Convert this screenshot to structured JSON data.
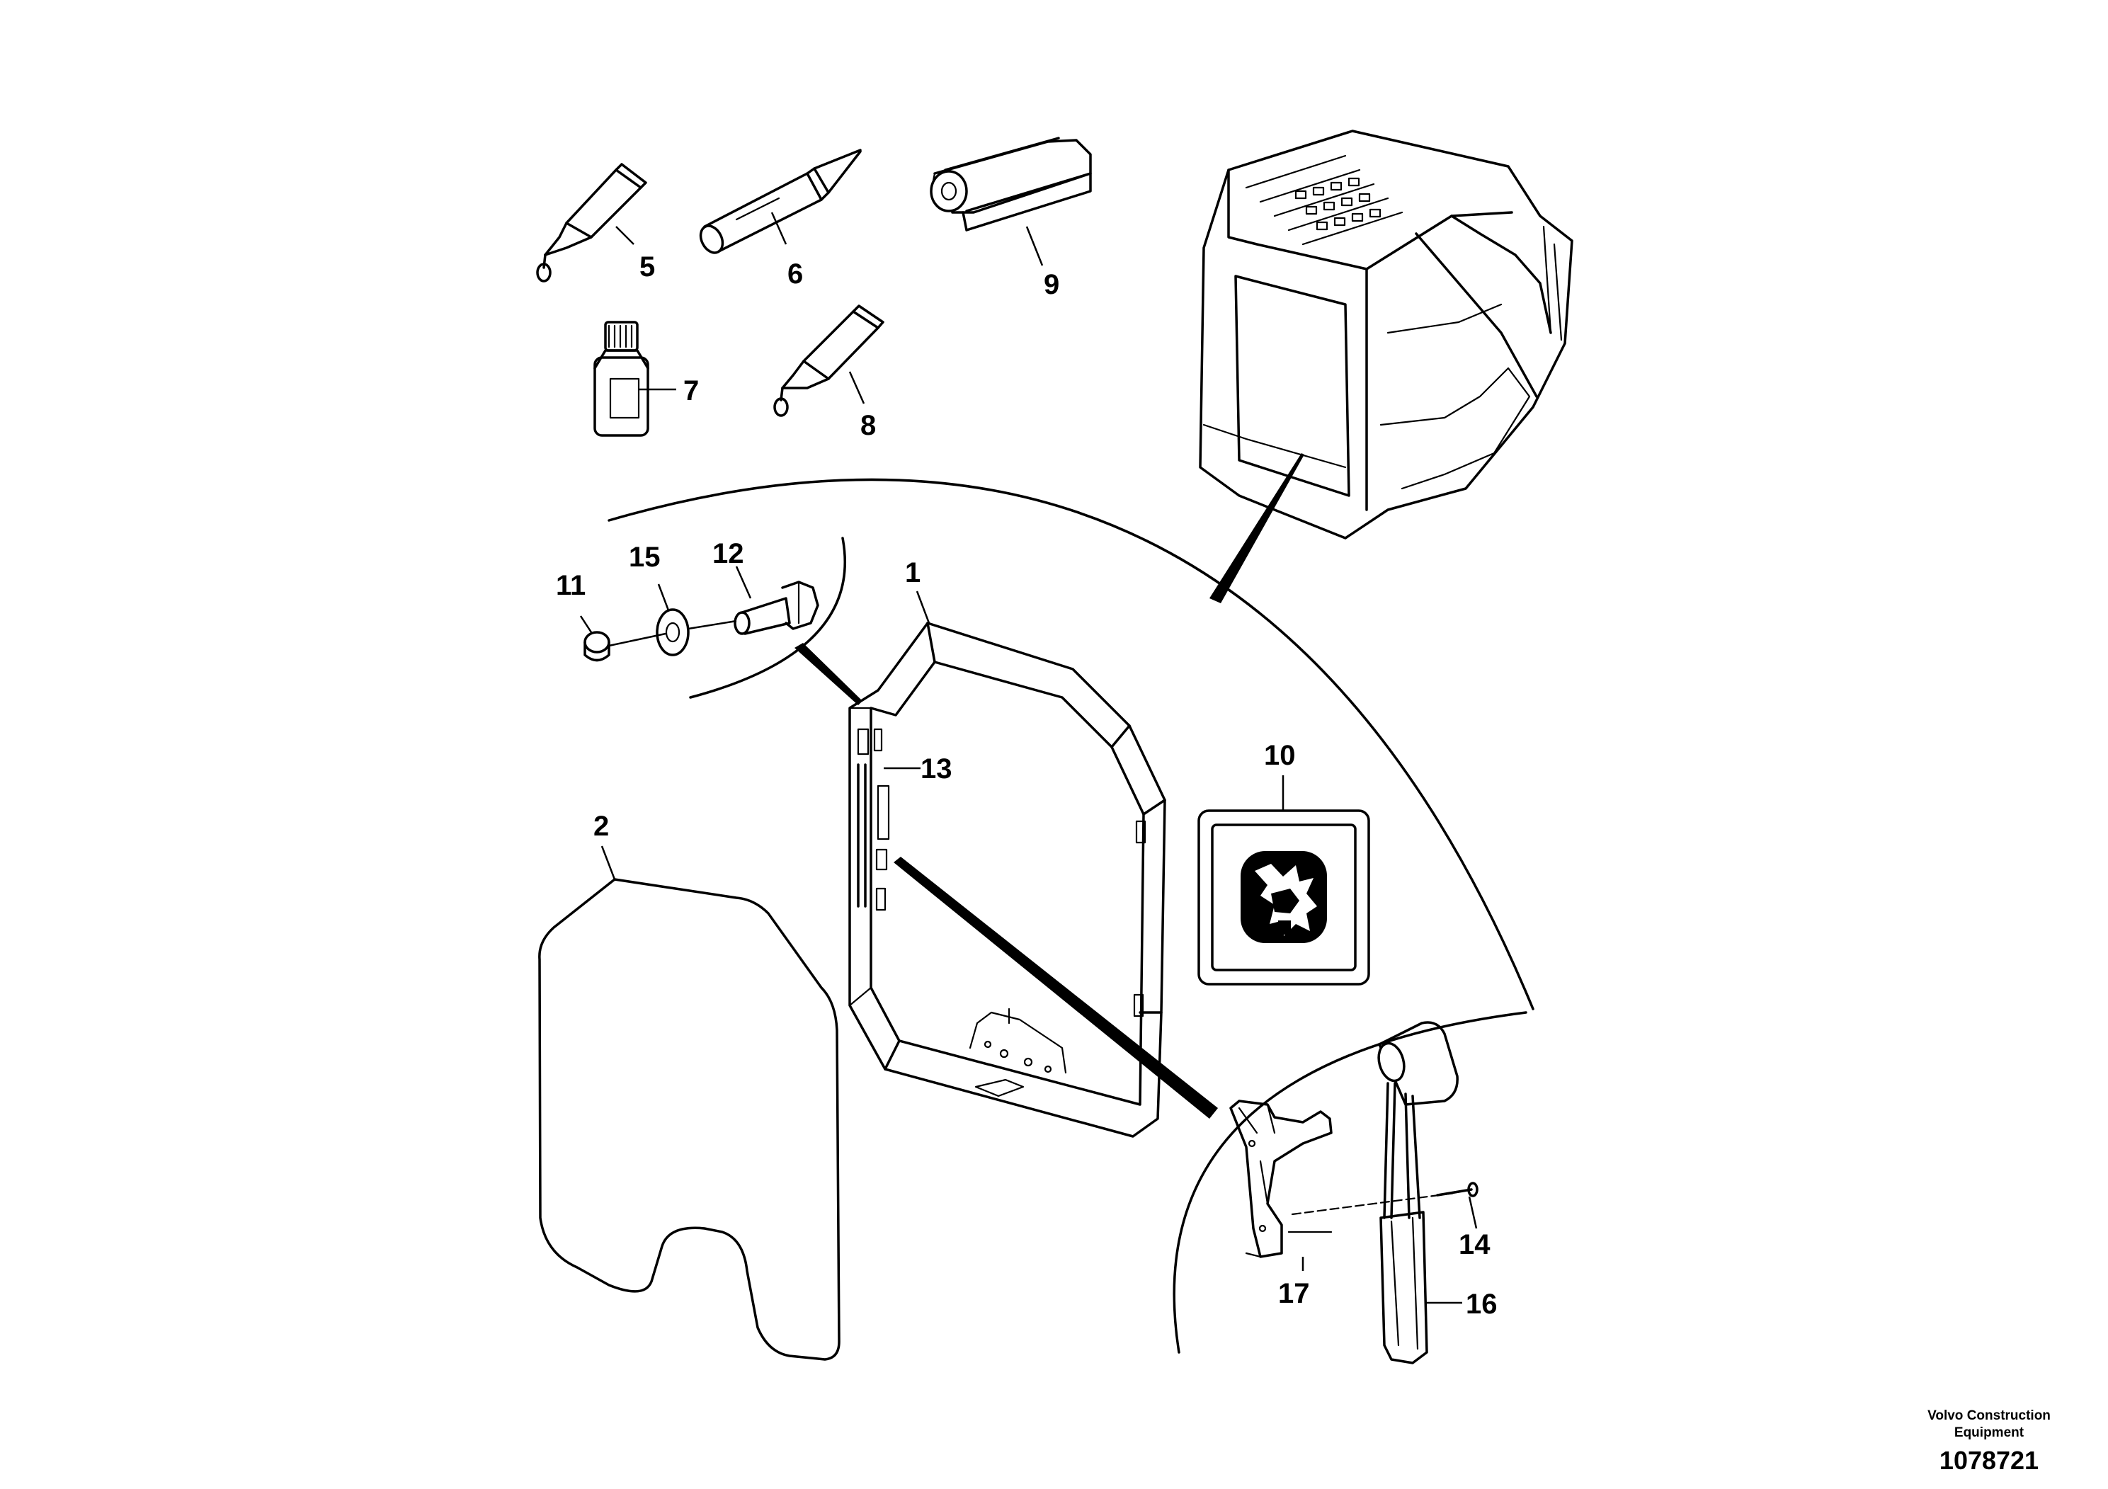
{
  "callouts": {
    "c1": "1",
    "c2": "2",
    "c5": "5",
    "c6": "6",
    "c7": "7",
    "c8": "8",
    "c9": "9",
    "c10": "10",
    "c11": "11",
    "c12": "12",
    "c13": "13",
    "c14": "14",
    "c15": "15",
    "c16": "16",
    "c17": "17"
  },
  "footer": {
    "brand_line1": "Volvo Construction",
    "brand_line2": "Equipment",
    "drawing_number": "1078721"
  }
}
